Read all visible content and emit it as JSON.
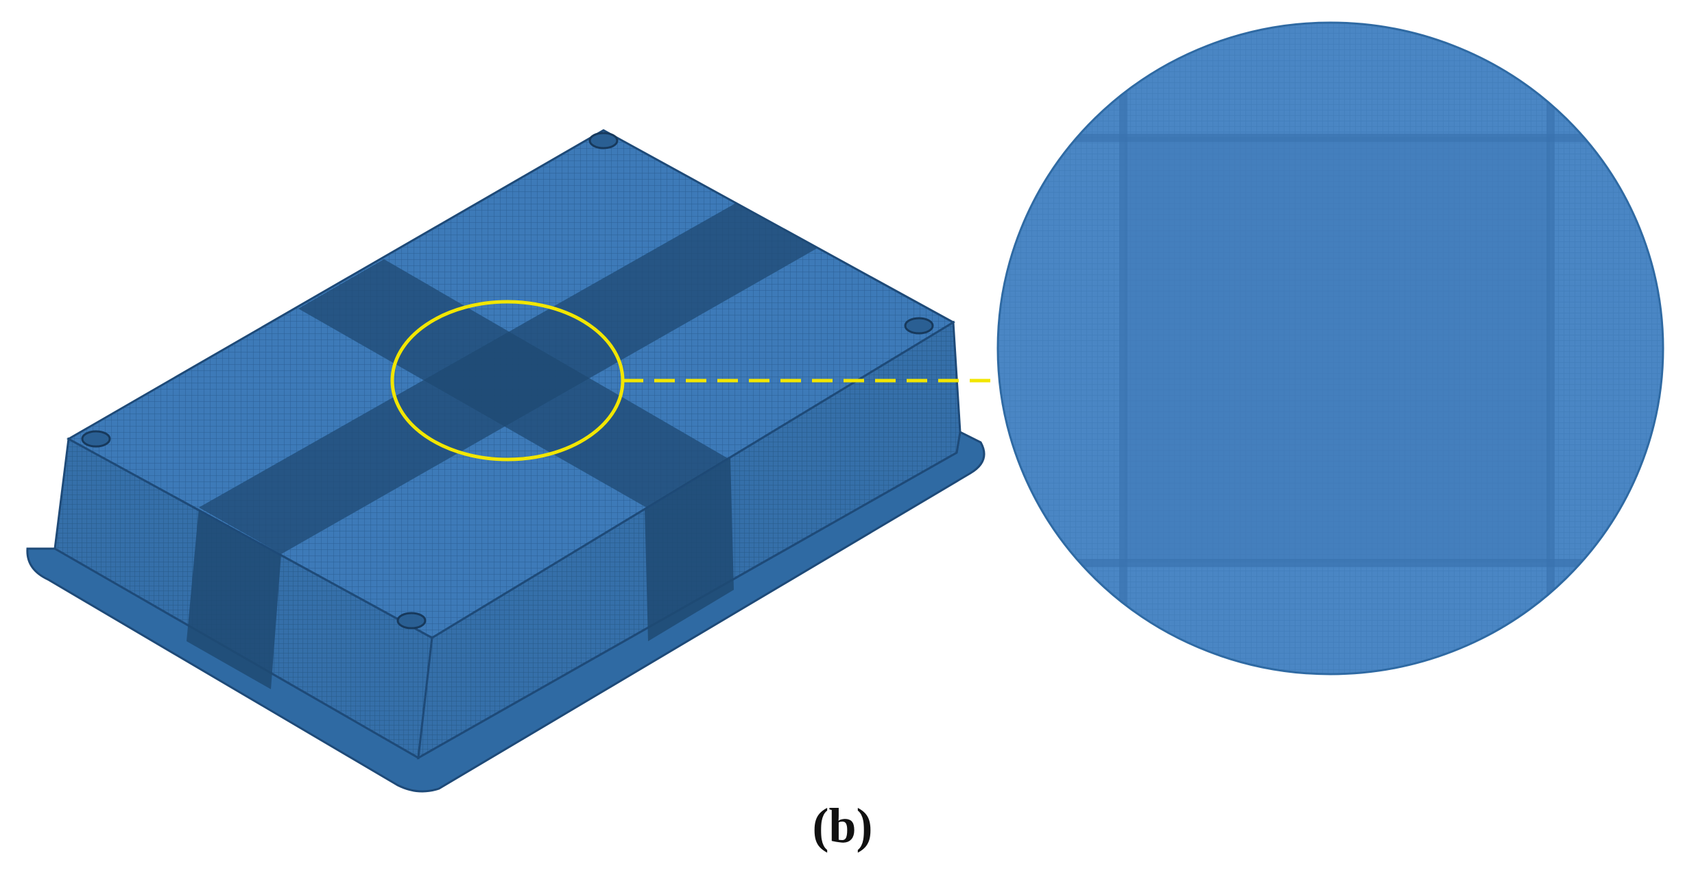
{
  "figure": {
    "caption": "(b)",
    "colors": {
      "mesh_base": "#3d7ab8",
      "mesh_dark_band": "#1f4a73",
      "mesh_edge": "#2a5f93",
      "highlight_ellipse": "#f2e600",
      "zoom_fill": "#4a86c4",
      "background": "#ffffff"
    },
    "parts": [
      "tray-mesh-model",
      "highlight-ellipse",
      "leader-line",
      "zoom-inset"
    ]
  }
}
